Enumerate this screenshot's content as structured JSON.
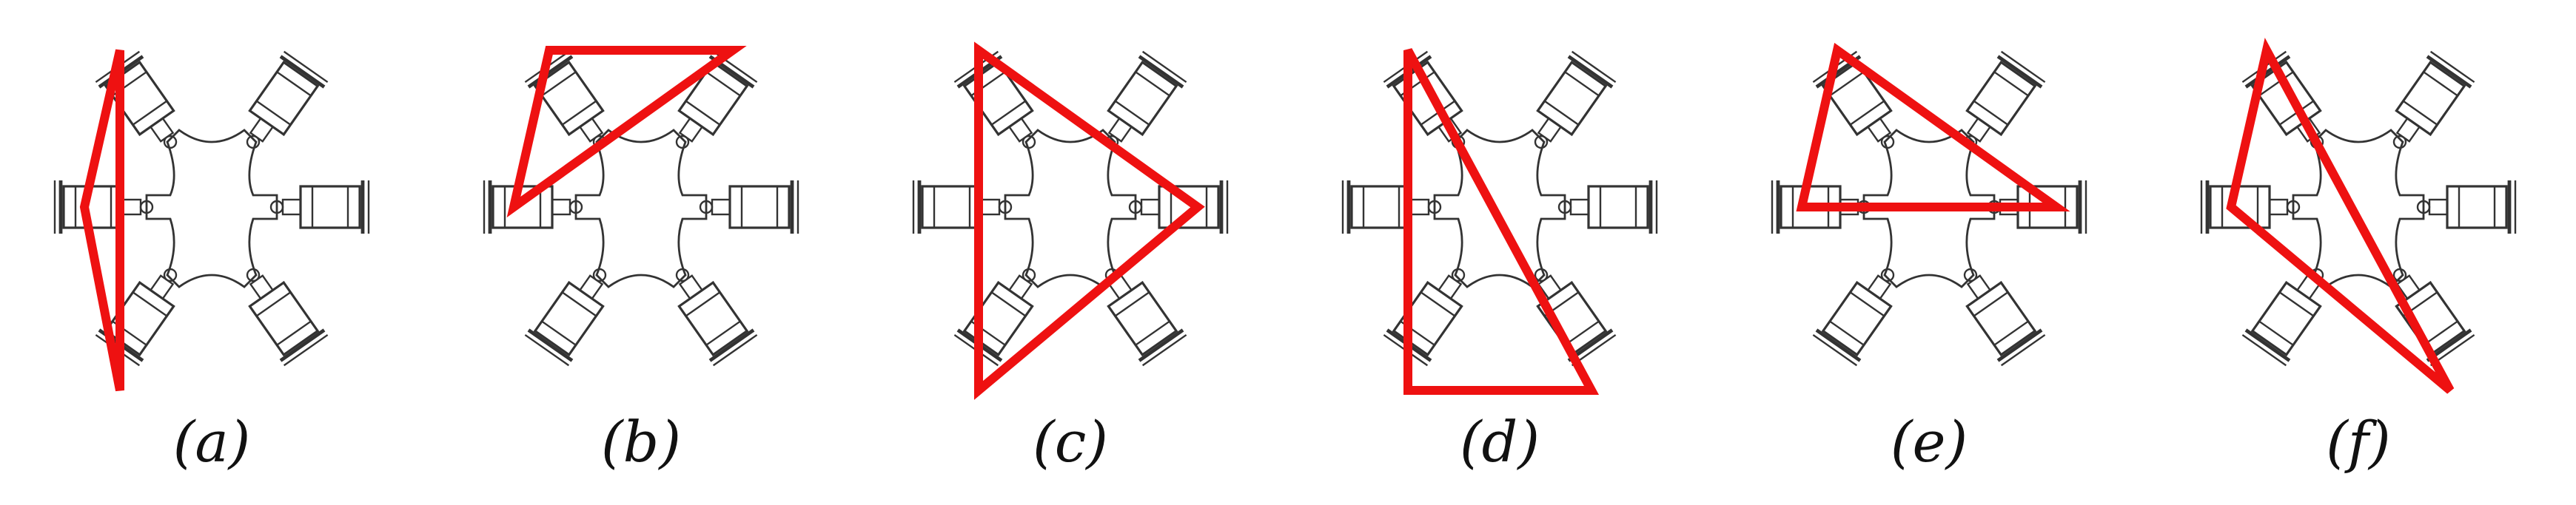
{
  "panels": [
    {
      "label": "(a)",
      "triangle": [
        "top-left",
        "left",
        "bottom-left"
      ]
    },
    {
      "label": "(b)",
      "triangle": [
        "top-left",
        "top-right",
        "left"
      ]
    },
    {
      "label": "(c)",
      "triangle": [
        "top-left",
        "right",
        "bottom-left"
      ]
    },
    {
      "label": "(d)",
      "triangle": [
        "top-left",
        "bottom-right",
        "bottom-left"
      ]
    },
    {
      "label": "(e)",
      "triangle": [
        "top-left",
        "right",
        "left"
      ]
    },
    {
      "label": "(f)",
      "triangle": [
        "top-left",
        "bottom-right",
        "left"
      ]
    }
  ],
  "colors": {
    "line": "#333333",
    "gait_triangle": "#ee1111",
    "background": "#ffffff"
  }
}
